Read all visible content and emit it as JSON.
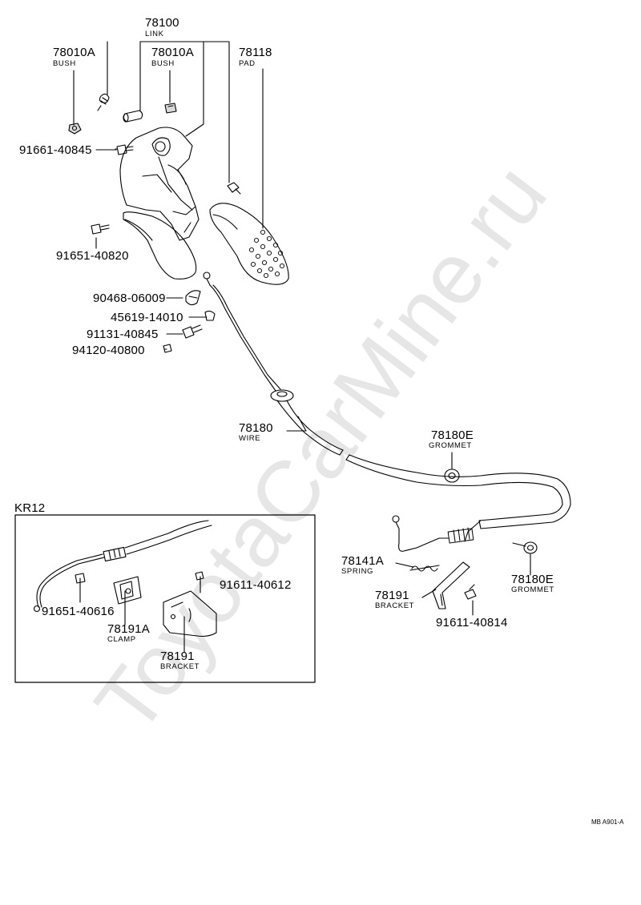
{
  "watermark": "ToyotaCarMine.ru",
  "drawing_code": "MB A901-A",
  "inset_title": "KR12",
  "labels": {
    "p78100": "78100",
    "p78100_name": "LINK",
    "p78010a_left": "78010A",
    "p78010a_left_name": "BUSH",
    "p78010a_right": "78010A",
    "p78010a_right_name": "BUSH",
    "p78118": "78118",
    "p78118_name": "PAD",
    "p91661_40845": "91661-40845",
    "p91651_40820": "91651-40820",
    "p90468_06009": "90468-06009",
    "p45619_14010": "45619-14010",
    "p91131_40845": "91131-40845",
    "p94120_40800": "94120-40800",
    "p78180": "78180",
    "p78180_name": "WIRE",
    "p78180e_top": "78180E",
    "p78180e_top_name": "GROMMET",
    "p78141a": "78141A",
    "p78141a_name": "SPRING",
    "p78191": "78191",
    "p78191_name": "BRACKET",
    "p91611_40814": "91611-40814",
    "p78180e_bottom": "78180E",
    "p78180e_bottom_name": "GROMMET",
    "k91651_40616": "91651-40616",
    "k91611_40612": "91611-40612",
    "k78191a": "78191A",
    "k78191a_name": "CLAMP",
    "k78191": "78191",
    "k78191_name": "BRACKET"
  }
}
